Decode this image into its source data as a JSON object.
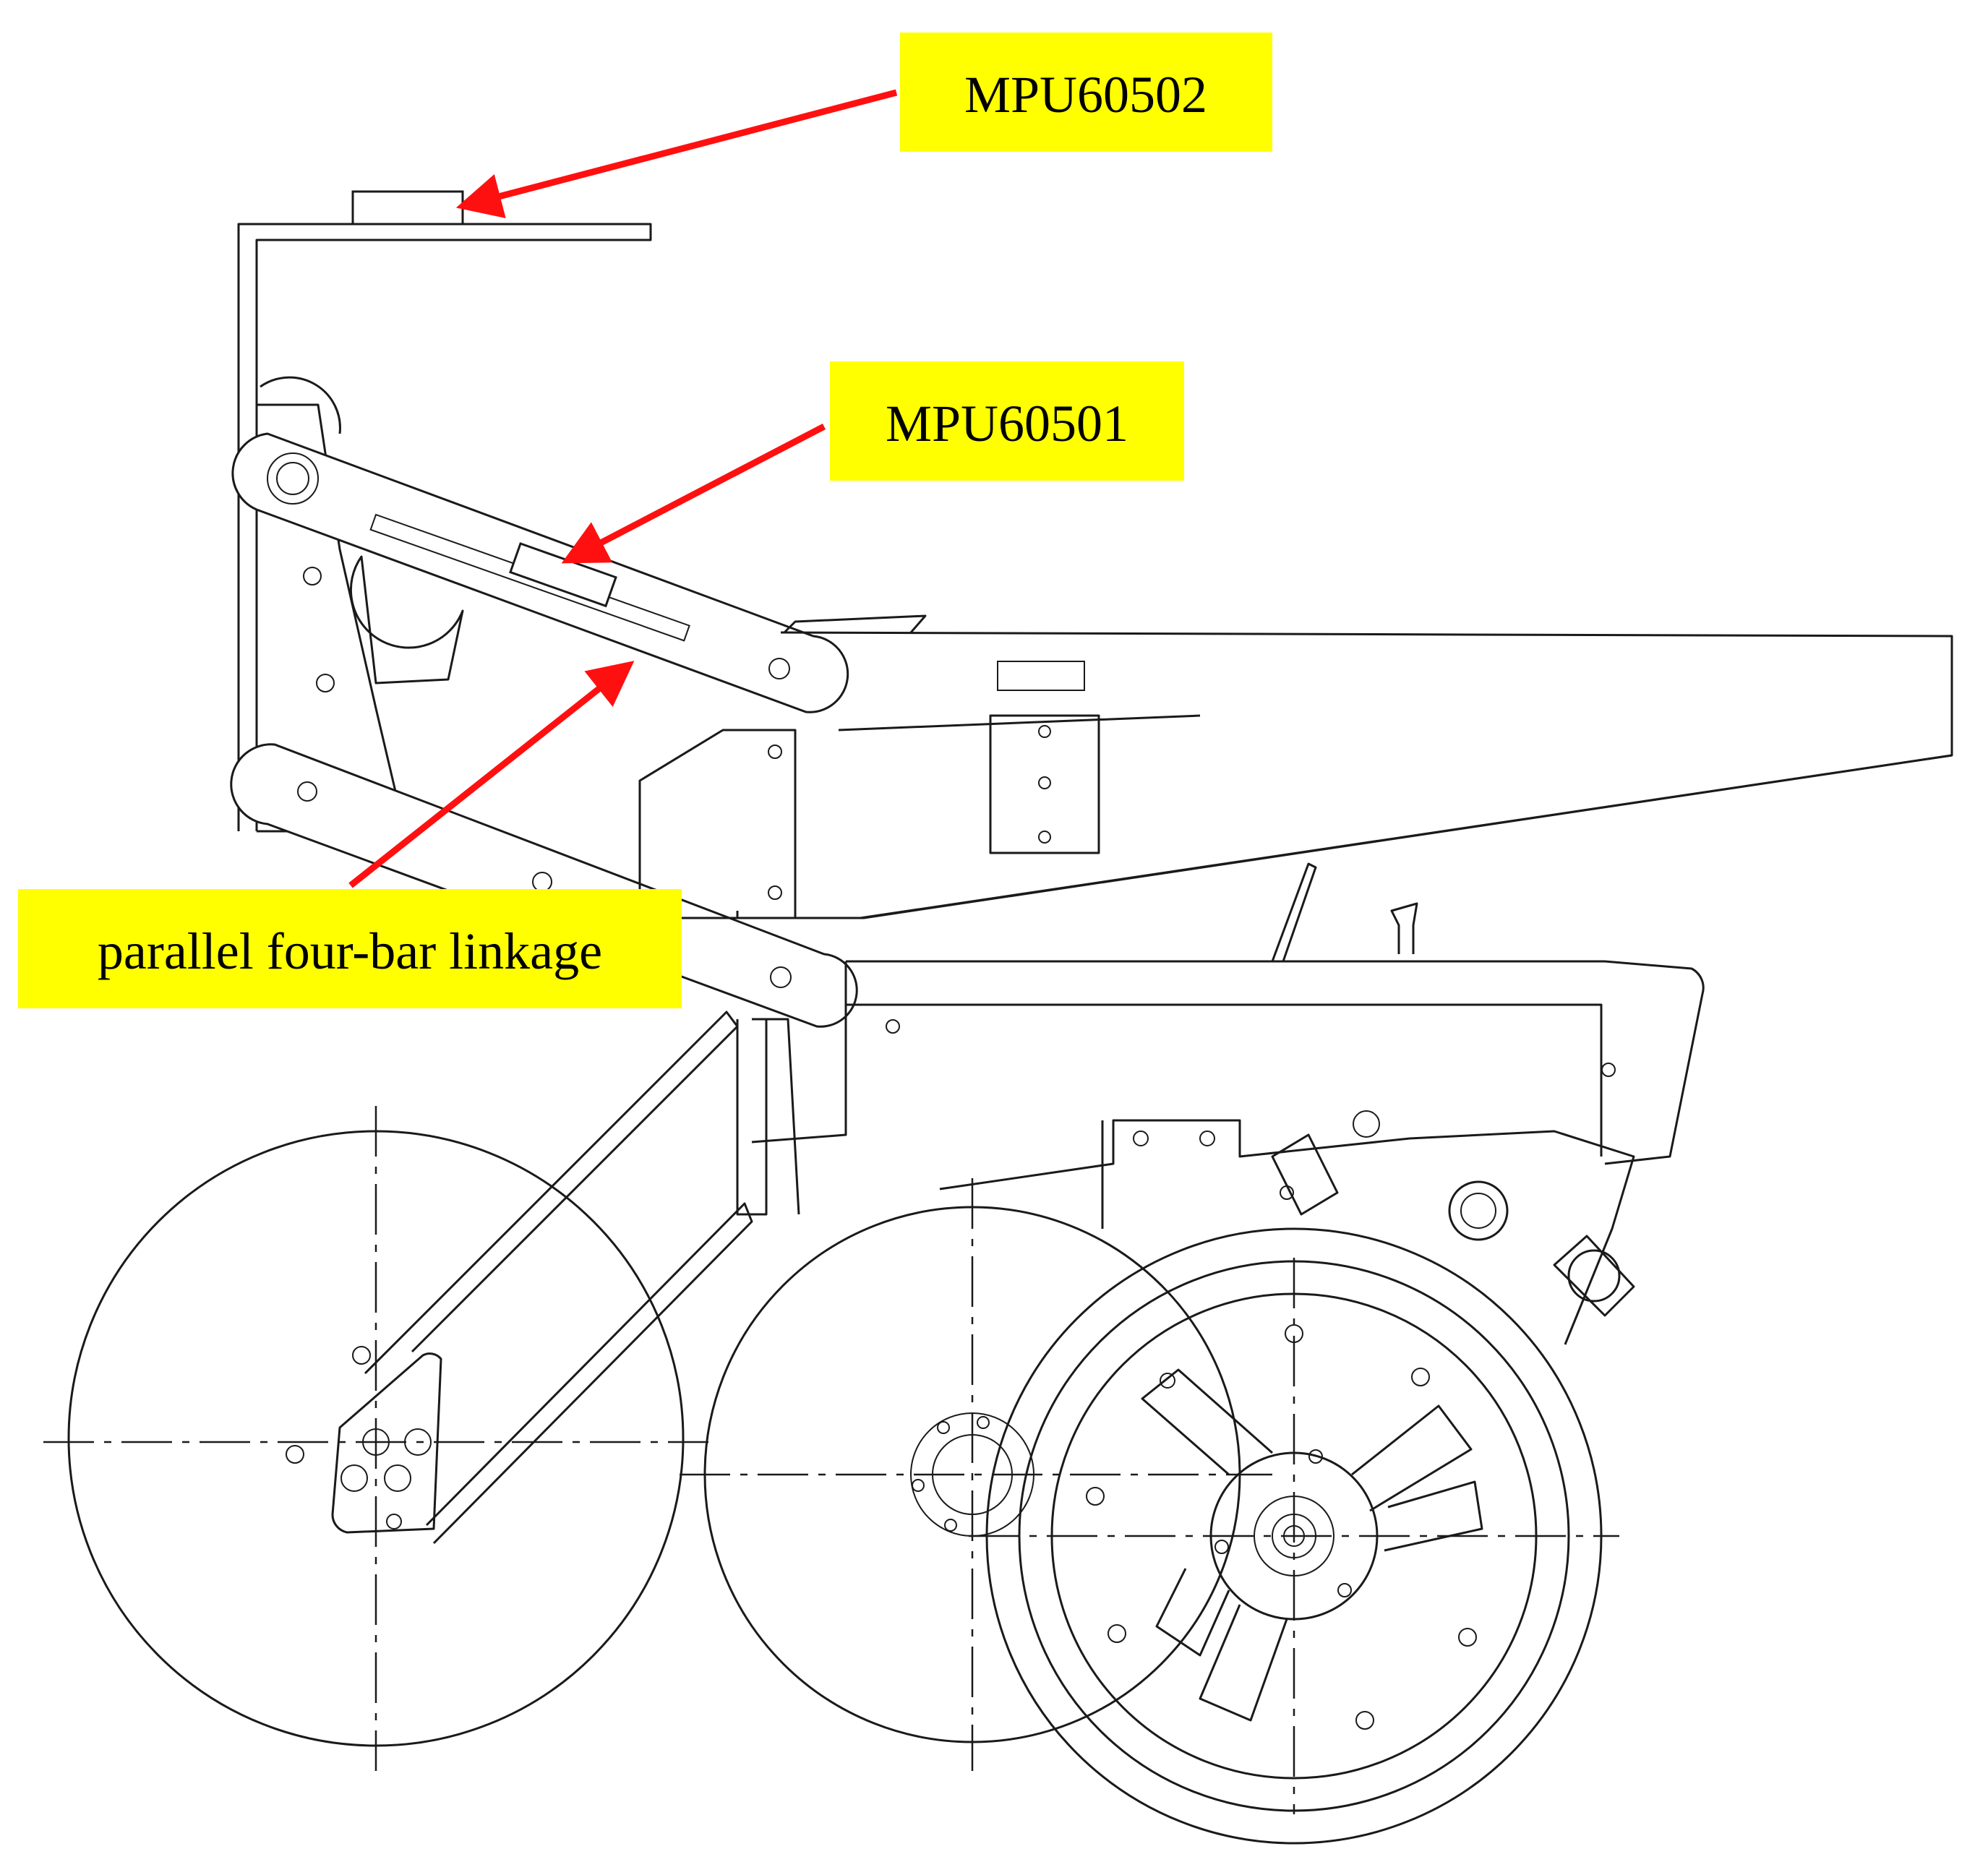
{
  "labels": {
    "sensor_top": "MPU60502",
    "sensor_link": "MPU60501",
    "linkage": "parallel four-bar linkage"
  },
  "colors": {
    "label_background": "#ffff00",
    "arrow": "#ff1010",
    "line": "#1a1a1a"
  }
}
